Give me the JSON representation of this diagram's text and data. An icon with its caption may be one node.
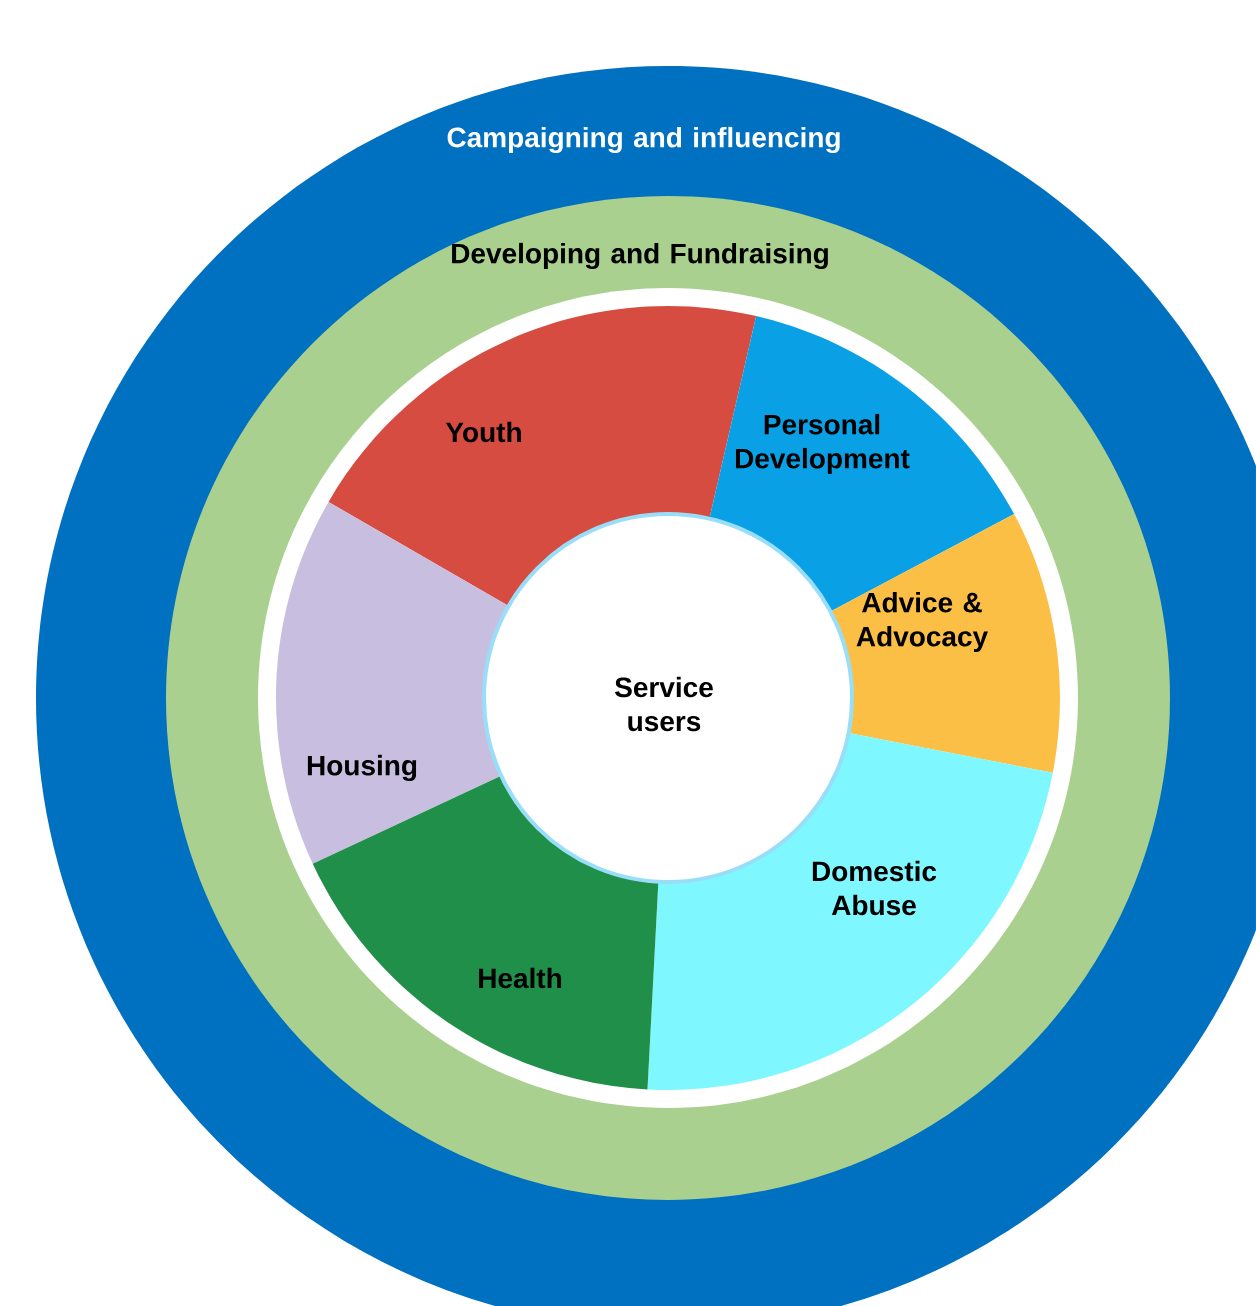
{
  "diagram": {
    "nodes": [
      {
        "text": [
          "Campaigning and influencing"
        ]
      },
      {
        "text": [
          "Developing and Fundraising"
        ],
        "in": 0
      },
      {
        "text": [
          "Youth"
        ],
        "in": 1
      },
      {
        "text": [
          "Personal Development"
        ],
        "in": 1
      },
      {
        "text": [
          "Advice & Advocacy"
        ],
        "in": 1
      },
      {
        "text": [
          "Service users"
        ],
        "in": 1
      },
      {
        "text": [
          "Housing"
        ],
        "in": 1
      },
      {
        "text": [
          "Domestic Abuse"
        ],
        "in": 1
      },
      {
        "text": [
          "Health"
        ],
        "in": 1
      }
    ]
  }
}
